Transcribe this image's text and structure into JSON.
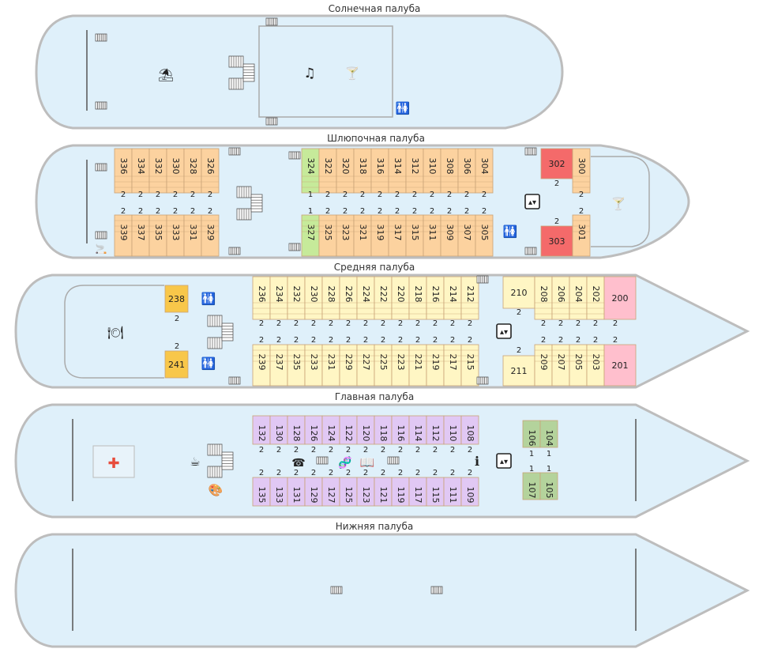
{
  "colors": {
    "hull_fill": "#dff0fa",
    "hull_stroke": "#bdbdbd",
    "orange": "#fcd29f",
    "green": "#c6ea9a",
    "red": "#f46a6a",
    "yellow": "#fff6c4",
    "amber": "#f8c74a",
    "pink": "#ffbfcd",
    "purple": "#e1c8f4",
    "sage": "#b4d39c",
    "cell_stroke": "#c9a377"
  },
  "decks": [
    {
      "id": "sun",
      "title": "Солнечная палуба",
      "icons": [
        "stairs-icon",
        "stairs-icon",
        "stairs-icon",
        "stairs-icon",
        "beach-umbrella-icon",
        "music-icon",
        "cocktail-icon",
        "restroom-icon"
      ]
    },
    {
      "id": "boat",
      "title": "Шлюпочная палуба",
      "top_cabins": [
        {
          "n": "336",
          "c": "orange",
          "b": "2"
        },
        {
          "n": "334",
          "c": "orange",
          "b": "2"
        },
        {
          "n": "332",
          "c": "orange",
          "b": "2"
        },
        {
          "n": "330",
          "c": "orange",
          "b": "2"
        },
        {
          "n": "328",
          "c": "orange",
          "b": "2"
        },
        {
          "n": "326",
          "c": "orange",
          "b": "2"
        },
        {
          "n": "324",
          "c": "green",
          "b": "1"
        },
        {
          "n": "322",
          "c": "orange",
          "b": "2"
        },
        {
          "n": "320",
          "c": "orange",
          "b": "2"
        },
        {
          "n": "318",
          "c": "orange",
          "b": "2"
        },
        {
          "n": "316",
          "c": "orange",
          "b": "2"
        },
        {
          "n": "314",
          "c": "orange",
          "b": "2"
        },
        {
          "n": "312",
          "c": "orange",
          "b": "2"
        },
        {
          "n": "310",
          "c": "orange",
          "b": "2"
        },
        {
          "n": "308",
          "c": "orange",
          "b": "2"
        },
        {
          "n": "306",
          "c": "orange",
          "b": "2"
        },
        {
          "n": "304",
          "c": "orange",
          "b": "2"
        },
        {
          "n": "302",
          "c": "red",
          "b": "2"
        },
        {
          "n": "300",
          "c": "orange",
          "b": "2"
        }
      ],
      "bottom_cabins": [
        {
          "n": "339",
          "c": "orange",
          "b": "2"
        },
        {
          "n": "337",
          "c": "orange",
          "b": "2"
        },
        {
          "n": "335",
          "c": "orange",
          "b": "2"
        },
        {
          "n": "333",
          "c": "orange",
          "b": "2"
        },
        {
          "n": "331",
          "c": "orange",
          "b": "2"
        },
        {
          "n": "329",
          "c": "orange",
          "b": "2"
        },
        {
          "n": "327",
          "c": "green",
          "b": "1"
        },
        {
          "n": "325",
          "c": "orange",
          "b": "2"
        },
        {
          "n": "323",
          "c": "orange",
          "b": "2"
        },
        {
          "n": "321",
          "c": "orange",
          "b": "2"
        },
        {
          "n": "319",
          "c": "orange",
          "b": "2"
        },
        {
          "n": "317",
          "c": "orange",
          "b": "2"
        },
        {
          "n": "315",
          "c": "orange",
          "b": "2"
        },
        {
          "n": "311",
          "c": "orange",
          "b": "2"
        },
        {
          "n": "309",
          "c": "orange",
          "b": "2"
        },
        {
          "n": "307",
          "c": "orange",
          "b": "2"
        },
        {
          "n": "305",
          "c": "orange",
          "b": "2"
        },
        {
          "n": "303",
          "c": "red",
          "b": "2"
        },
        {
          "n": "301",
          "c": "orange",
          "b": "2"
        }
      ]
    },
    {
      "id": "middle",
      "title": "Средняя палуба",
      "top_cabins": [
        {
          "n": "238",
          "c": "amber",
          "b": "2"
        },
        {
          "n": "236",
          "c": "yellow",
          "b": "2"
        },
        {
          "n": "234",
          "c": "yellow",
          "b": "2"
        },
        {
          "n": "232",
          "c": "yellow",
          "b": "2"
        },
        {
          "n": "230",
          "c": "yellow",
          "b": "2"
        },
        {
          "n": "228",
          "c": "yellow",
          "b": "2"
        },
        {
          "n": "226",
          "c": "yellow",
          "b": "2"
        },
        {
          "n": "224",
          "c": "yellow",
          "b": "2"
        },
        {
          "n": "222",
          "c": "yellow",
          "b": "2"
        },
        {
          "n": "220",
          "c": "yellow",
          "b": "2"
        },
        {
          "n": "218",
          "c": "yellow",
          "b": "2"
        },
        {
          "n": "216",
          "c": "yellow",
          "b": "2"
        },
        {
          "n": "214",
          "c": "yellow",
          "b": "2"
        },
        {
          "n": "212",
          "c": "yellow",
          "b": "2"
        },
        {
          "n": "210",
          "c": "yellow",
          "b": "2"
        },
        {
          "n": "208",
          "c": "yellow",
          "b": "2"
        },
        {
          "n": "206",
          "c": "yellow",
          "b": "2"
        },
        {
          "n": "204",
          "c": "yellow",
          "b": "2"
        },
        {
          "n": "202",
          "c": "yellow",
          "b": "2"
        },
        {
          "n": "200",
          "c": "pink",
          "b": "2"
        }
      ],
      "bottom_cabins": [
        {
          "n": "241",
          "c": "amber",
          "b": "2"
        },
        {
          "n": "239",
          "c": "yellow",
          "b": "2"
        },
        {
          "n": "237",
          "c": "yellow",
          "b": "2"
        },
        {
          "n": "235",
          "c": "yellow",
          "b": "2"
        },
        {
          "n": "233",
          "c": "yellow",
          "b": "2"
        },
        {
          "n": "231",
          "c": "yellow",
          "b": "2"
        },
        {
          "n": "229",
          "c": "yellow",
          "b": "2"
        },
        {
          "n": "227",
          "c": "yellow",
          "b": "2"
        },
        {
          "n": "225",
          "c": "yellow",
          "b": "2"
        },
        {
          "n": "223",
          "c": "yellow",
          "b": "2"
        },
        {
          "n": "221",
          "c": "yellow",
          "b": "2"
        },
        {
          "n": "219",
          "c": "yellow",
          "b": "2"
        },
        {
          "n": "217",
          "c": "yellow",
          "b": "2"
        },
        {
          "n": "215",
          "c": "yellow",
          "b": "2"
        },
        {
          "n": "211",
          "c": "yellow",
          "b": "2"
        },
        {
          "n": "209",
          "c": "yellow",
          "b": "2"
        },
        {
          "n": "207",
          "c": "yellow",
          "b": "2"
        },
        {
          "n": "205",
          "c": "yellow",
          "b": "2"
        },
        {
          "n": "203",
          "c": "yellow",
          "b": "2"
        },
        {
          "n": "201",
          "c": "pink",
          "b": "2"
        }
      ]
    },
    {
      "id": "main",
      "title": "Главная палуба",
      "top_cabins": [
        {
          "n": "132",
          "c": "purple",
          "b": "2"
        },
        {
          "n": "130",
          "c": "purple",
          "b": "2"
        },
        {
          "n": "128",
          "c": "purple",
          "b": "2"
        },
        {
          "n": "126",
          "c": "purple",
          "b": "2"
        },
        {
          "n": "124",
          "c": "purple",
          "b": "2"
        },
        {
          "n": "122",
          "c": "purple",
          "b": "2"
        },
        {
          "n": "120",
          "c": "purple",
          "b": "2"
        },
        {
          "n": "118",
          "c": "purple",
          "b": "2"
        },
        {
          "n": "116",
          "c": "purple",
          "b": "2"
        },
        {
          "n": "114",
          "c": "purple",
          "b": "2"
        },
        {
          "n": "112",
          "c": "purple",
          "b": "2"
        },
        {
          "n": "110",
          "c": "purple",
          "b": "2"
        },
        {
          "n": "108",
          "c": "purple",
          "b": "2"
        },
        {
          "n": "106",
          "c": "sage",
          "b": "1"
        },
        {
          "n": "104",
          "c": "sage",
          "b": "1"
        }
      ],
      "bottom_cabins": [
        {
          "n": "135",
          "c": "purple",
          "b": "2"
        },
        {
          "n": "133",
          "c": "purple",
          "b": "2"
        },
        {
          "n": "131",
          "c": "purple",
          "b": "2"
        },
        {
          "n": "129",
          "c": "purple",
          "b": "2"
        },
        {
          "n": "127",
          "c": "purple",
          "b": "2"
        },
        {
          "n": "125",
          "c": "purple",
          "b": "2"
        },
        {
          "n": "123",
          "c": "purple",
          "b": "2"
        },
        {
          "n": "121",
          "c": "purple",
          "b": "2"
        },
        {
          "n": "119",
          "c": "purple",
          "b": "2"
        },
        {
          "n": "117",
          "c": "purple",
          "b": "2"
        },
        {
          "n": "115",
          "c": "purple",
          "b": "2"
        },
        {
          "n": "111",
          "c": "purple",
          "b": "2"
        },
        {
          "n": "109",
          "c": "purple",
          "b": "2"
        },
        {
          "n": "107",
          "c": "sage",
          "b": "1"
        },
        {
          "n": "105",
          "c": "sage",
          "b": "1"
        }
      ]
    },
    {
      "id": "lower",
      "title": "Нижняя палуба"
    }
  ]
}
